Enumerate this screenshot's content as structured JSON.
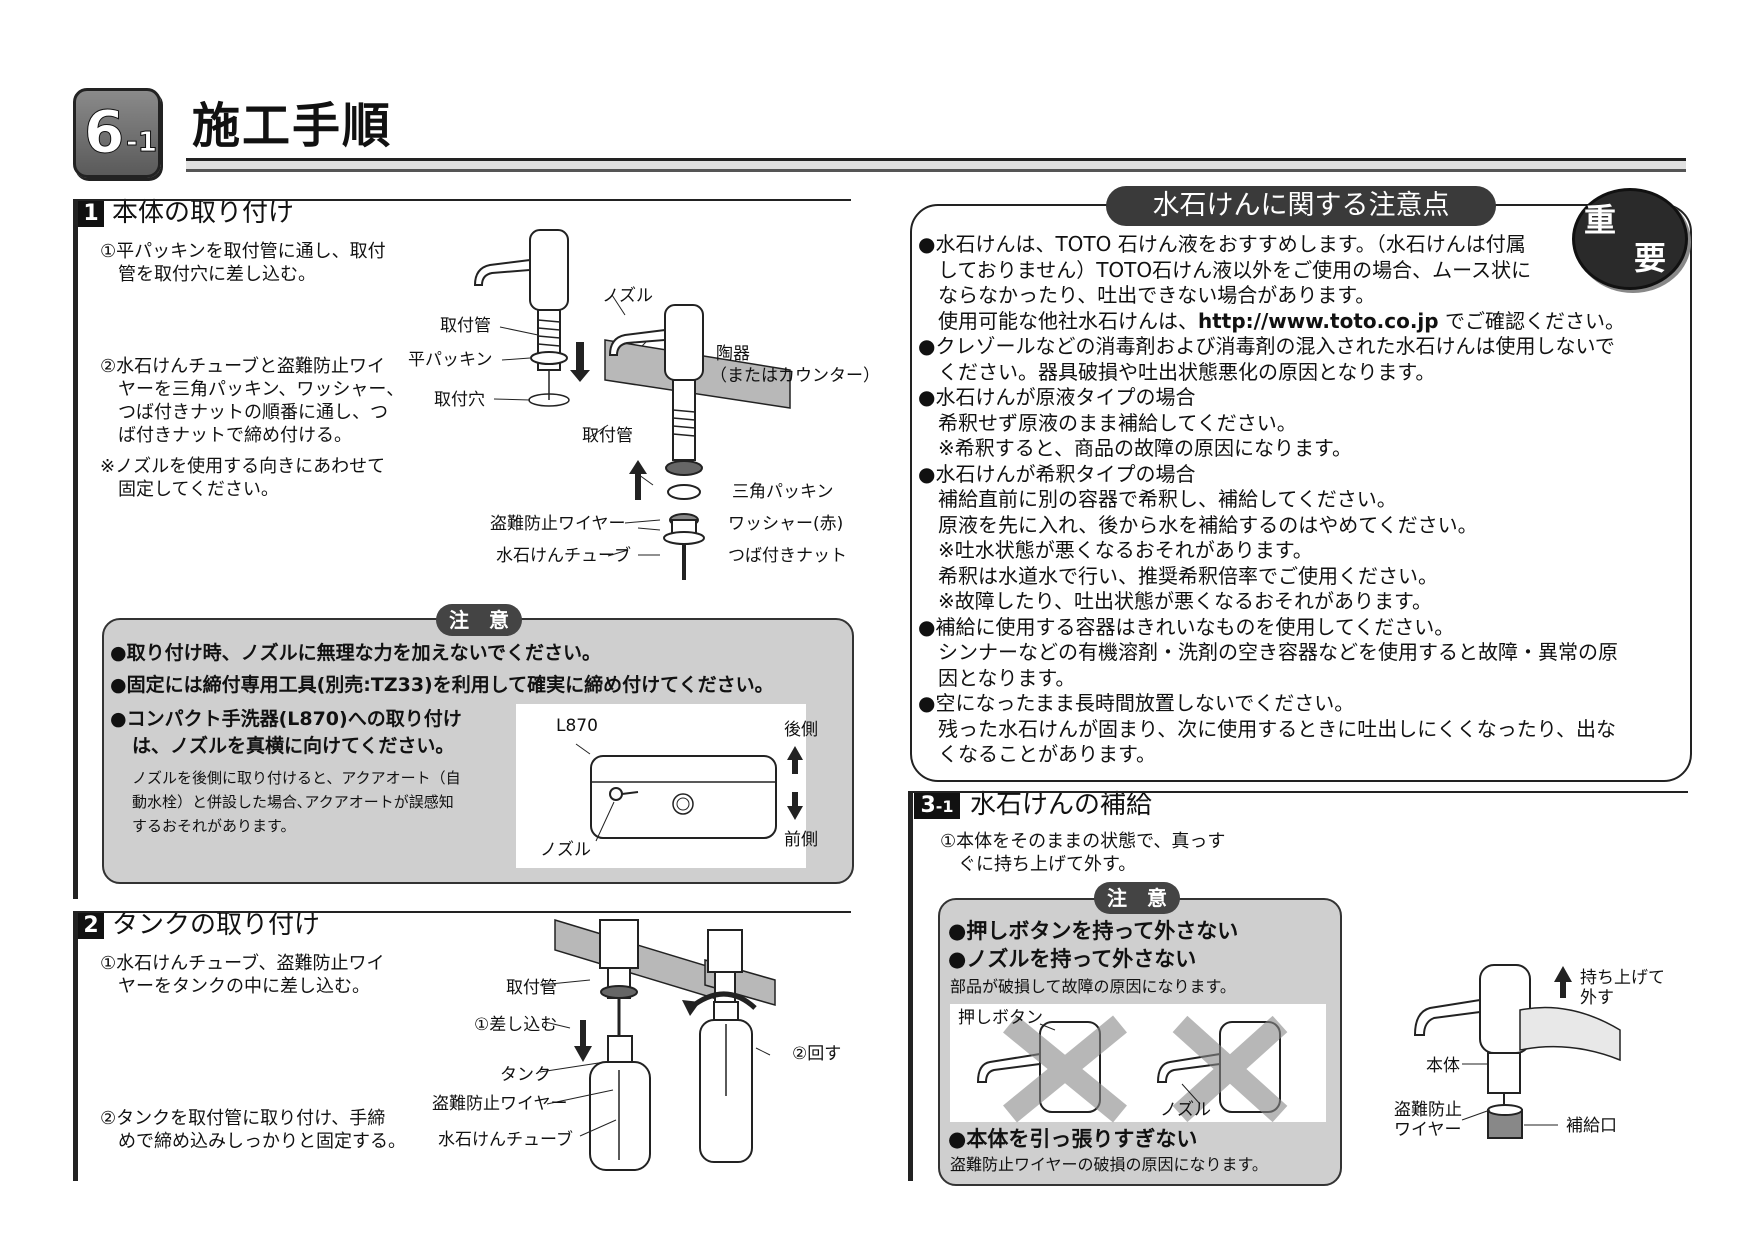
{
  "header": {
    "chapter_num": "6",
    "chapter_sub": "-1",
    "title": "施工手順"
  },
  "section1": {
    "num": "1",
    "title": "本体の取り付け",
    "step1": [
      "①平パッキンを取付管に通し、取付",
      "管を取付穴に差し込む。"
    ],
    "step2": [
      "②水石けんチューブと盗難防止ワイ",
      "ヤーを三角パッキン、ワッシャー、",
      "つば付きナットの順番に通し、つ",
      "ば付きナットで締め付ける。"
    ],
    "note": [
      "※ノズルを使用する向きにあわせて",
      "固定してください。"
    ],
    "labels": {
      "pipe_a": "取付管",
      "flat_packing": "平パッキン",
      "hole": "取付穴",
      "nozzle": "ノズル",
      "ceramic": "陶器",
      "counter": "（またはカウンター）",
      "pipe_b": "取付管",
      "tri_packing": "三角パッキン",
      "wire": "盗難防止ワイヤー",
      "washer": "ワッシャー(赤)",
      "tube": "水石けんチューブ",
      "nut": "つば付きナット"
    }
  },
  "caution1": {
    "tag": "注　意",
    "line1": "●取り付け時、ノズルに無理な力を加えないでください。",
    "line2": "●固定には締付専用工具(別売:TZ33)を利用して確実に締め付けてください。",
    "line3": [
      "●コンパクト手洗器(L870)への取り付け",
      "は、ノズルを真横に向けてください。"
    ],
    "detail": [
      "ノズルを後側に取り付けると、アクアオート（自",
      "動水栓）と併設した場合､アクアオートが誤感知",
      "するおそれがあります。"
    ],
    "diagram": {
      "model": "L870",
      "back": "後側",
      "front": "前側",
      "nozzle": "ノズル"
    }
  },
  "section2": {
    "num": "2",
    "title": "タンクの取り付け",
    "step1": [
      "①水石けんチューブ、盗難防止ワイ",
      "ヤーをタンクの中に差し込む。"
    ],
    "step2": [
      "②タンクを取付管に取り付け、手締",
      "めで締め込みしっかりと固定する。"
    ],
    "labels": {
      "pipe": "取付管",
      "insert": "①差し込む",
      "tank": "タンク",
      "wire": "盗難防止ワイヤー",
      "tube": "水石けんチューブ",
      "turn": "②回す"
    }
  },
  "important": {
    "tag": "水石けんに関する注意点",
    "badge_1": "重",
    "badge_2": "要",
    "lines": [
      "●水石けんは、TOTO 石けん液をおすすめします。（水石けんは付属",
      "　しておりません）TOTO石けん液以外をご使用の場合、ムース状に",
      "　ならなかったり、吐出できない場合があります。",
      "　使用可能な他社水石けんは、",
      "●クレゾールなどの消毒剤および消毒剤の混入された水石けんは使用しないで",
      "　ください。器具破損や吐出状態悪化の原因となります。",
      "●水石けんが原液タイプの場合",
      "　希釈せず原液のまま補給してください。",
      "　※希釈すると、商品の故障の原因になります。",
      "●水石けんが希釈タイプの場合",
      "　補給直前に別の容器で希釈し、補給してください。",
      "　原液を先に入れ、後から水を補給するのはやめてください。",
      "　※吐水状態が悪くなるおそれがあります。",
      "　希釈は水道水で行い、推奨希釈倍率でご使用ください。",
      "　※故障したり、吐出状態が悪くなるおそれがあります。",
      "●補給に使用する容器はきれいなものを使用してください。",
      "　シンナーなどの有機溶剤・洗剤の空き容器などを使用すると故障・異常の原",
      "　因となります。",
      "●空になったまま長時間放置しないでください。",
      "　残った水石けんが固まり、次に使用するときに吐出しにくくなったり、出な",
      "　くなることがあります。"
    ],
    "url": "http://www.toto.co.jp",
    "url_suffix": " でご確認ください。"
  },
  "section3": {
    "num": "3",
    "num_sub": "-1",
    "title": "水石けんの補給",
    "step1": [
      "①本体をそのままの状態で、真っす",
      "ぐに持ち上げて外す。"
    ],
    "caution": {
      "tag": "注　意",
      "line1": "●押しボタンを持って外さない",
      "line2": "●ノズルを持って外さない",
      "detail1": "部品が破損して故障の原因になります。",
      "label_button": "押しボタン",
      "label_nozzle": "ノズル",
      "line3": "●本体を引っ張りすぎない",
      "detail2": "盗難防止ワイヤーの破損の原因になります。"
    },
    "labels": {
      "lift_1": "持ち上げて",
      "lift_2": "外す",
      "body": "本体",
      "wire_1": "盗難防止",
      "wire_2": "ワイヤー",
      "port": "補給口"
    }
  }
}
